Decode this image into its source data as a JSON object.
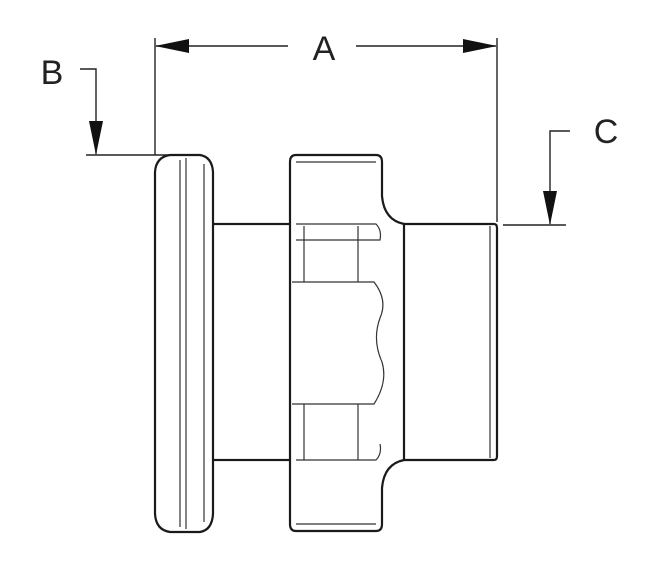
{
  "dimension_labels": {
    "a": "A",
    "b": "B",
    "c": "C"
  },
  "colors": {
    "line": "#1a1a1a",
    "background": "#ffffff"
  }
}
